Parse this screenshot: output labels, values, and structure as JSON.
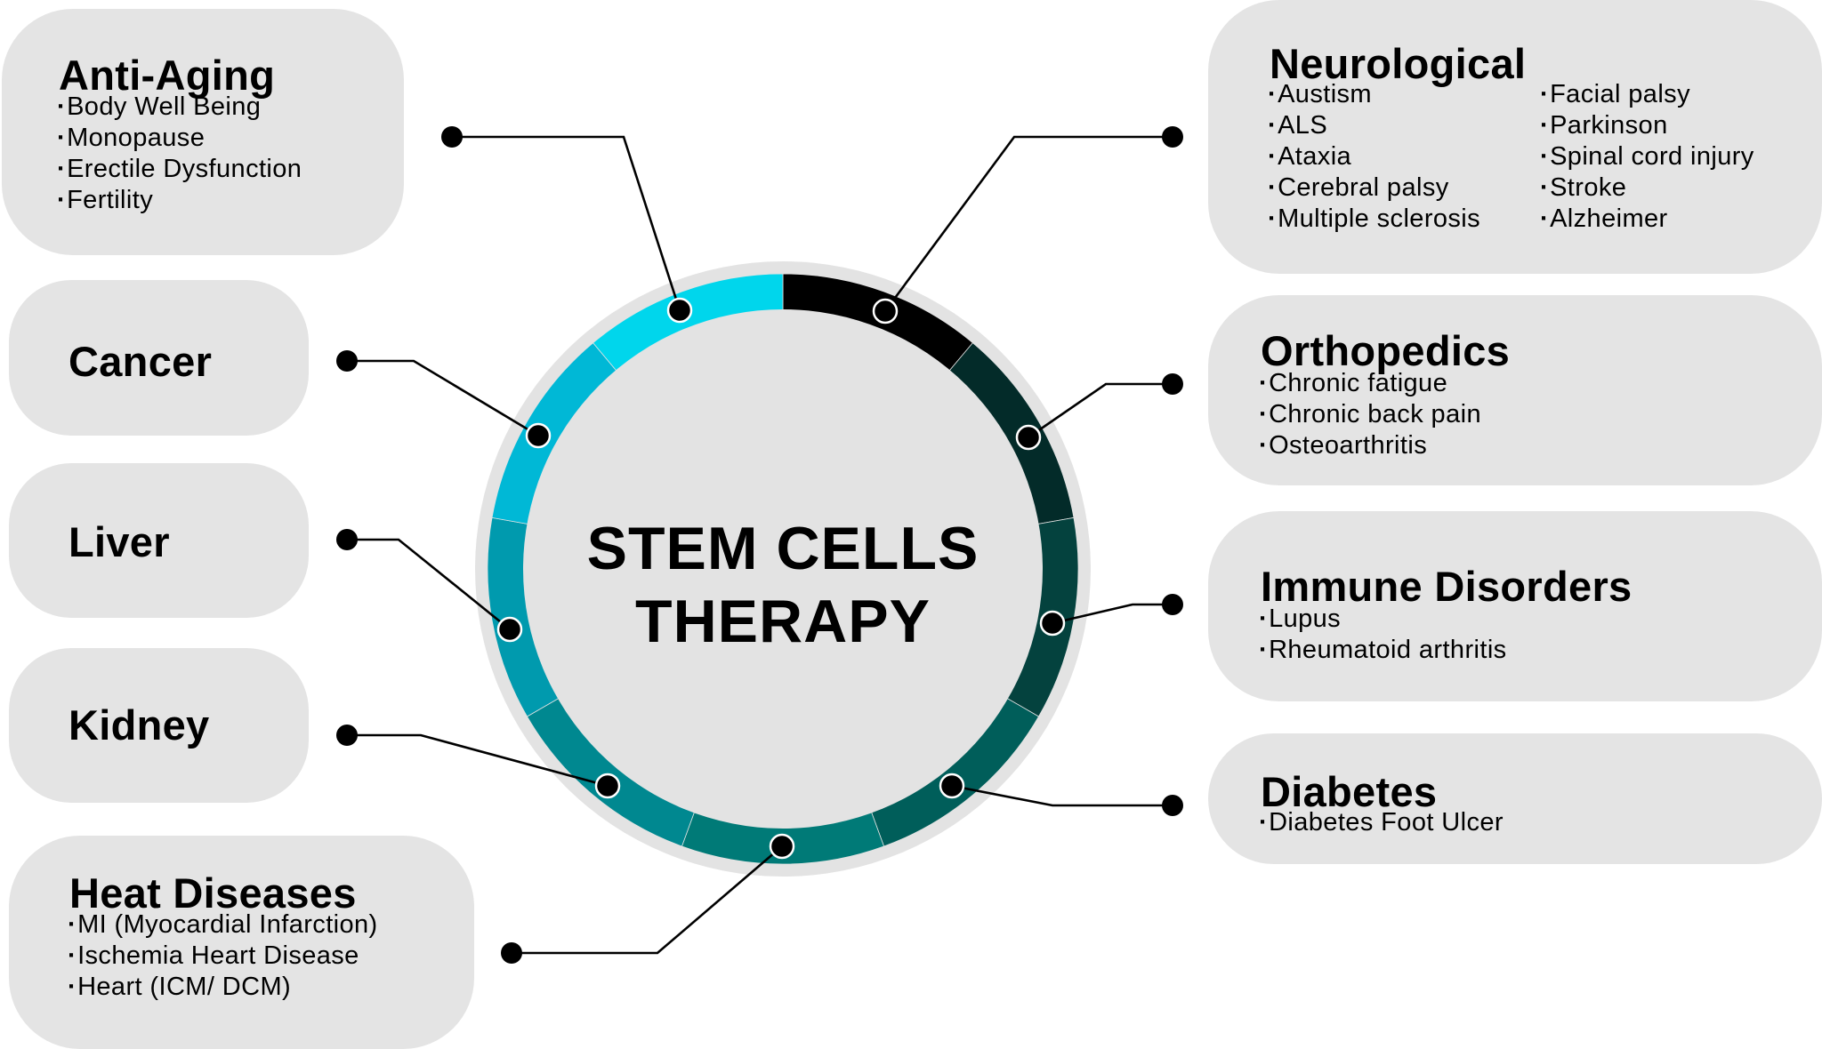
{
  "center": {
    "line1": "STEM CELLS",
    "line2": "THERAPY",
    "ring_colors": [
      "#000000",
      "#032b29",
      "#04423e",
      "#005e5a",
      "#007a77",
      "#008890",
      "#009aae",
      "#00b8d6",
      "#00d6ec"
    ],
    "disc_color": "#e3e3e3",
    "halo_color": "#e3e3e3"
  },
  "categories": {
    "anti_aging": {
      "title": "Anti-Aging",
      "items": [
        "Body Well Being",
        "Monopause",
        "Erectile Dysfunction",
        "Fertility"
      ]
    },
    "cancer": {
      "title": "Cancer"
    },
    "liver": {
      "title": "Liver"
    },
    "kidney": {
      "title": "Kidney"
    },
    "heat_diseases": {
      "title": "Heat Diseases",
      "items": [
        "MI (Myocardial Infarction)",
        "Ischemia Heart Disease",
        "Heart (ICM/ DCM)"
      ]
    },
    "neurological": {
      "title": "Neurological",
      "items_col1": [
        "Austism",
        "ALS",
        "Ataxia",
        "Cerebral palsy",
        "Multiple sclerosis"
      ],
      "items_col2": [
        "Facial palsy",
        "Parkinson",
        "Spinal cord injury",
        "Stroke",
        "Alzheimer"
      ]
    },
    "orthopedics": {
      "title": "Orthopedics",
      "items": [
        "Chronic fatigue",
        "Chronic back pain",
        "Osteoarthritis"
      ]
    },
    "immune_disorders": {
      "title": "Immune Disorders",
      "items": [
        "Lupus",
        "Rheumatoid arthritis"
      ]
    },
    "diabetes": {
      "title": "Diabetes",
      "items": [
        "Diabetes Foot Ulcer"
      ]
    }
  }
}
